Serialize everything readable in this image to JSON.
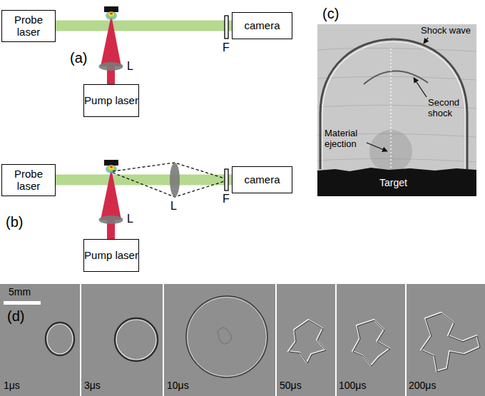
{
  "diagram": {
    "nodes": [
      {
        "text": [
          "Probe laser"
        ]
      },
      {
        "text": [
          "camera"
        ]
      },
      {
        "text": [
          "Pump laser"
        ]
      },
      {
        "text": [
          "Probe laser"
        ]
      },
      {
        "text": [
          "camera"
        ]
      },
      {
        "text": [
          "Pump laser"
        ]
      }
    ],
    "edges": [
      {
        "from": 0,
        "to": 1,
        "arrow": "none"
      },
      {
        "from": 3,
        "to": 4,
        "arrow": "none"
      }
    ],
    "labels": [
      "(a)",
      "L",
      "F",
      "(c)",
      "Shock wave",
      "Second shock",
      "Material ejection",
      "Target",
      "(b)",
      "L",
      "L",
      "F",
      "5mm",
      "(d)",
      "1μs",
      "3μs",
      "10μs",
      "50μs",
      "100μs",
      "200μs"
    ]
  }
}
